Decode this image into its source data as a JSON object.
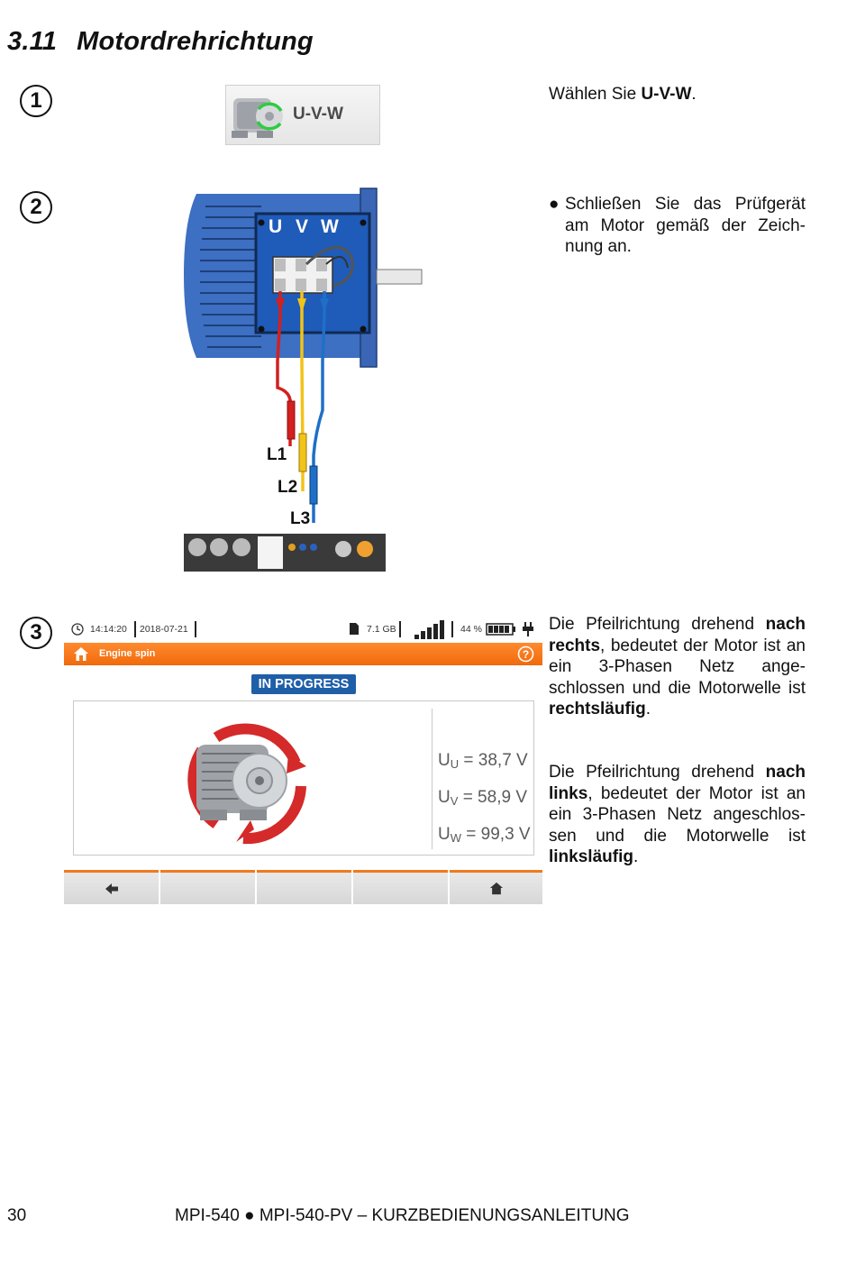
{
  "section": {
    "number": "3.11",
    "title": "Motordrehrichtung"
  },
  "steps": [
    {
      "num": "1"
    },
    {
      "num": "2"
    },
    {
      "num": "3"
    }
  ],
  "step1": {
    "tile_label": "U-V-W",
    "text_pre": "Wählen Sie ",
    "text_bold": "U-V-W",
    "text_post": "."
  },
  "step2": {
    "terminal_labels": [
      "U",
      "V",
      "W"
    ],
    "lead_labels": [
      "L1",
      "L2",
      "L3"
    ],
    "bullet": "Schließen Sie das Prüfgerät am Motor gemäß der Zeich-nung an.",
    "colors": {
      "motor_blue": "#3d6fc2",
      "l1": "#d32020",
      "l2": "#f2c318",
      "l3": "#1f6fc8"
    }
  },
  "step3": {
    "screen": {
      "time": "14:14:20",
      "date": "2018-07-21",
      "storage": "7.1 GB",
      "battery": "44 %",
      "header_title": "Engine spin",
      "status_badge": "IN PROGRESS",
      "measurements": [
        {
          "symbol": "U",
          "sub": "U",
          "value": "= 38,7 V"
        },
        {
          "symbol": "U",
          "sub": "V",
          "value": "= 58,9 V"
        },
        {
          "symbol": "U",
          "sub": "W",
          "value": "= 99,3 V"
        }
      ],
      "colors": {
        "header_orange": "#f07a1e",
        "badge_blue": "#1f5fa8",
        "arrow_red": "#d42a2a"
      }
    },
    "para1": {
      "t1": "Die Pfeilrichtung drehend ",
      "b1": "nach rechts",
      "t2": ", bedeutet der Motor ist an ein 3-Phasen Netz ange-schlossen und die Motorwelle ist ",
      "b2": "rechtsläufig",
      "t3": "."
    },
    "para2": {
      "t1": "Die Pfeilrichtung drehend ",
      "b1": "nach links",
      "t2": ", bedeutet der Motor ist an ein 3-Phasen Netz angeschlos-sen und die Motorwelle ist ",
      "b2": "linksläufig",
      "t3": "."
    }
  },
  "footer": {
    "page": "30",
    "title": "MPI-540 ● MPI-540-PV – KURZBEDIENUNGSANLEITUNG"
  }
}
